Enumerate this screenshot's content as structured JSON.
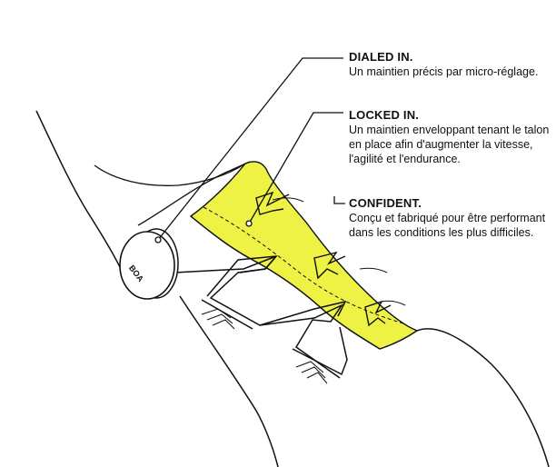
{
  "dial_label": "BOA",
  "callouts": [
    {
      "title": "DIALED IN.",
      "text": "Un maintien précis par micro-réglage."
    },
    {
      "title": "LOCKED IN.",
      "text": "Un maintien enveloppant tenant le talon en place afin d'augmenter la vitesse, l'agilité et l'endurance."
    },
    {
      "title": "CONFIDENT.",
      "text": "Conçu et fabriqué pour être performant dans les conditions les plus difficiles."
    }
  ],
  "colors": {
    "highlight": "#eef244",
    "line": "#111111",
    "background": "#ffffff"
  }
}
